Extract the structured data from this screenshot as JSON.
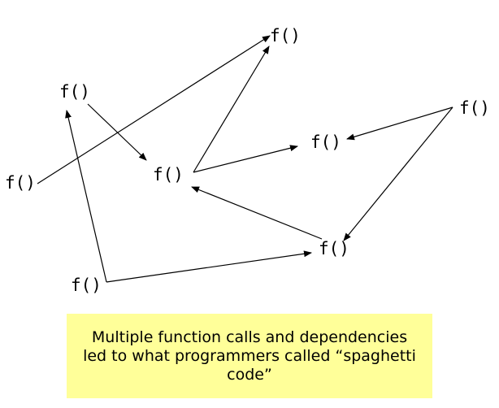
{
  "diagram": {
    "nodes": [
      {
        "id": "n1",
        "label": "f()"
      },
      {
        "id": "n2",
        "label": "f()"
      },
      {
        "id": "n3",
        "label": "f()"
      },
      {
        "id": "n4",
        "label": "f()"
      },
      {
        "id": "n5",
        "label": "f()"
      },
      {
        "id": "n6",
        "label": "f()"
      },
      {
        "id": "n7",
        "label": "f()"
      },
      {
        "id": "n8",
        "label": "f()"
      }
    ],
    "edges": [
      {
        "from": "n2",
        "to": "n1"
      },
      {
        "from": "n3",
        "to": "n4"
      },
      {
        "from": "n4",
        "to": "n1"
      },
      {
        "from": "n4",
        "to": "n6"
      },
      {
        "from": "n5",
        "to": "n6"
      },
      {
        "from": "n5",
        "to": "n7"
      },
      {
        "from": "n7",
        "to": "n4"
      },
      {
        "from": "n8",
        "to": "n3"
      },
      {
        "from": "n8",
        "to": "n7"
      }
    ]
  },
  "caption": {
    "text": "Multiple function calls and dependencies led to what programmers called “spaghetti code”",
    "background": "#ffff99"
  }
}
